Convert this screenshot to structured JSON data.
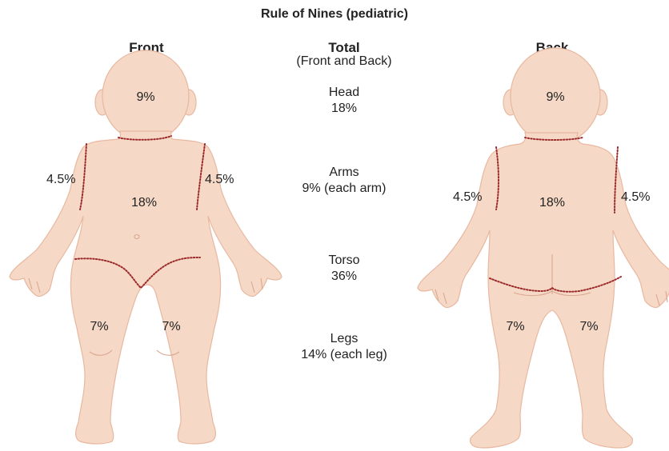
{
  "title": "Rule of Nines (pediatric)",
  "front": {
    "heading": "Front",
    "head_pct": "9%",
    "left_arm_pct": "4.5%",
    "right_arm_pct": "4.5%",
    "torso_pct": "18%",
    "left_leg_pct": "7%",
    "right_leg_pct": "7%"
  },
  "back": {
    "heading": "Back",
    "head_pct": "9%",
    "left_arm_pct": "4.5%",
    "right_arm_pct": "4.5%",
    "torso_pct": "18%",
    "left_leg_pct": "7%",
    "right_leg_pct": "7%"
  },
  "total": {
    "heading": "Total",
    "subheading": "(Front and Back)",
    "regions": [
      {
        "name": "Head",
        "value": "18%"
      },
      {
        "name": "Arms",
        "value": "9% (each arm)"
      },
      {
        "name": "Torso",
        "value": "36%"
      },
      {
        "name": "Legs",
        "value": "14% (each leg)"
      }
    ]
  },
  "colors": {
    "skin": "#f6d8c6",
    "outline": "#e8b8a0",
    "boundary": "#9c2a2a"
  }
}
